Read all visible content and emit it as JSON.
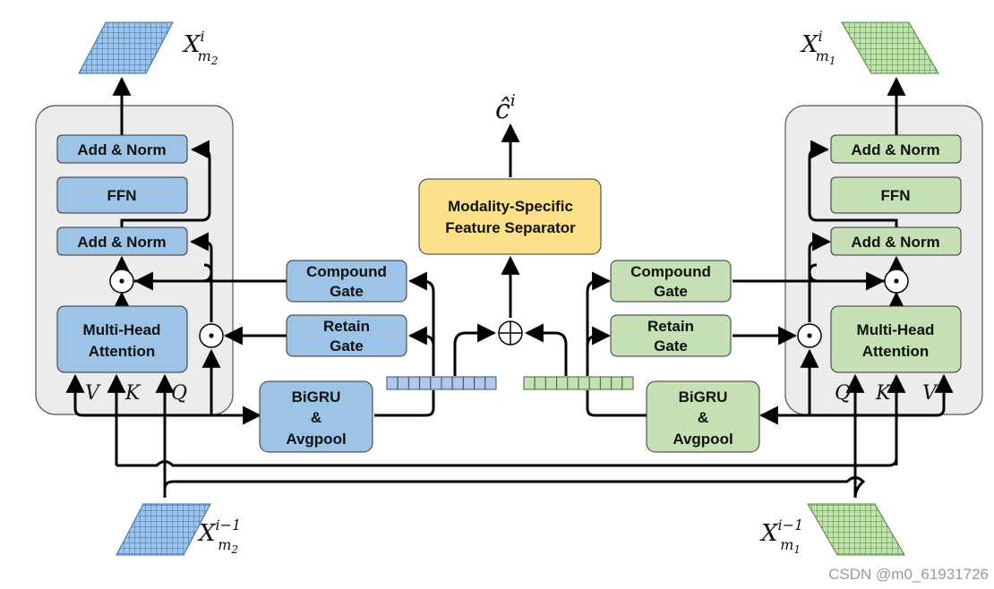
{
  "watermark": "CSDN @m0_61931726",
  "output_label": {
    "base": "ĉ",
    "sup": "i"
  },
  "separator": {
    "line1": "Modality-Specific",
    "line2": "Feature Separator"
  },
  "oplus": "⊕",
  "odot": "⊙",
  "left": {
    "top_label": {
      "base": "X",
      "sup": "i",
      "sub": "m",
      "subsub": "2"
    },
    "bottom_label": {
      "base": "X",
      "sup": "i−1",
      "sub": "m",
      "subsub": "2"
    },
    "add_norm_top": "Add & Norm",
    "ffn": "FFN",
    "add_norm_bottom": "Add & Norm",
    "mha": {
      "line1": "Multi-Head",
      "line2": "Attention"
    },
    "compound_gate": {
      "line1": "Compound",
      "line2": "Gate"
    },
    "retain_gate": {
      "line1": "Retain",
      "line2": "Gate"
    },
    "bigru": {
      "line1": "BiGRU",
      "line2": "&",
      "line3": "Avgpool"
    },
    "inputs": [
      "V",
      "K",
      "Q"
    ]
  },
  "right": {
    "top_label": {
      "base": "X",
      "sup": "i",
      "sub": "m",
      "subsub": "1"
    },
    "bottom_label": {
      "base": "X",
      "sup": "i−1",
      "sub": "m",
      "subsub": "1"
    },
    "add_norm_top": "Add & Norm",
    "ffn": "FFN",
    "add_norm_bottom": "Add & Norm",
    "mha": {
      "line1": "Multi-Head",
      "line2": "Attention"
    },
    "compound_gate": {
      "line1": "Compound",
      "line2": "Gate"
    },
    "retain_gate": {
      "line1": "Retain",
      "line2": "Gate"
    },
    "bigru": {
      "line1": "BiGRU",
      "line2": "&",
      "line3": "Avgpool"
    },
    "inputs": [
      "Q",
      "K",
      "V"
    ]
  },
  "colors": {
    "blue_fill": "#9dc3e6",
    "blue_grid": "#4a7fb5",
    "green_fill": "#c5e0b4",
    "green_grid": "#5a8f3f",
    "yellow_fill": "#ffe08a",
    "panel_fill": "#ececec",
    "vector_blue": "#b4c7e7",
    "vector_green": "#c5e0b4"
  }
}
